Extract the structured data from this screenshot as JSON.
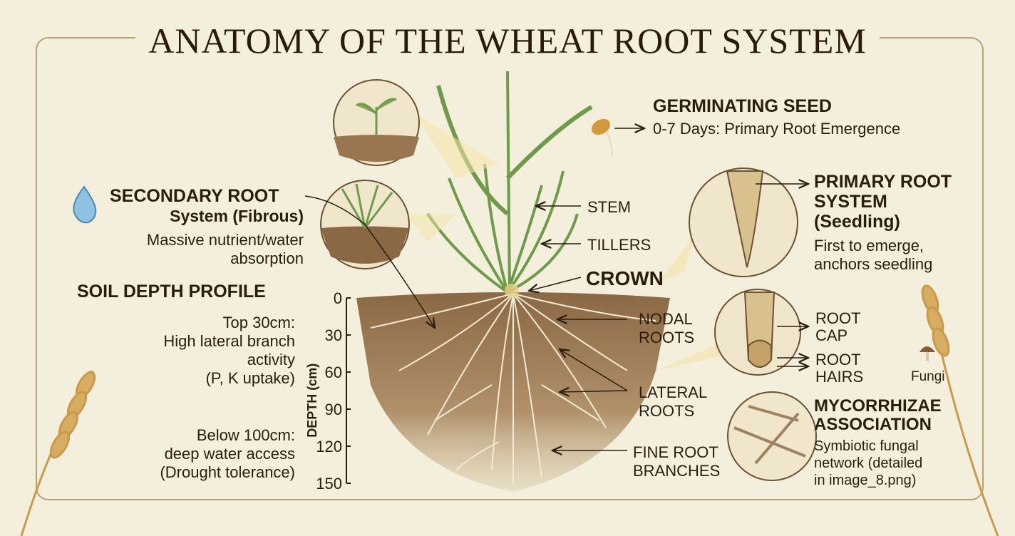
{
  "title": "ANATOMY OF THE WHEAT ROOT SYSTEM",
  "colors": {
    "soil": "#a07c53",
    "root": "#e9dfc7",
    "leaf": "#6f9a4a",
    "frame": "#b9a272",
    "text": "#2a1d10"
  },
  "germinating_seed": {
    "heading": "GERMINATING SEED",
    "detail": "0-7 Days: Primary Root Emergence"
  },
  "secondary_root": {
    "heading_line1": "SECONDARY ROOT",
    "heading_line2": "System (Fibrous)",
    "desc_line1": "Massive nutrient/water",
    "desc_line2": "absorption"
  },
  "soil_profile": {
    "heading": "SOIL DEPTH PROFILE",
    "top_line1": "Top 30cm:",
    "top_line2": "High lateral branch",
    "top_line3": "activity",
    "top_line4": "(P, K uptake)",
    "below_line1": "Below 100cm:",
    "below_line2": "deep water access",
    "below_line3": "(Drought tolerance)"
  },
  "depth_axis": {
    "label": "DEPTH (cm)",
    "ticks": [
      "0",
      "30",
      "60",
      "90",
      "120",
      "150"
    ]
  },
  "plant_labels": {
    "stem": "STEM",
    "tillers": "TILLERS",
    "crown": "CROWN"
  },
  "root_labels": {
    "nodal_line1": "NODAL",
    "nodal_line2": "ROOTS",
    "lateral_line1": "LATERAL",
    "lateral_line2": "ROOTS",
    "fine_line1": "FINE ROOT",
    "fine_line2": "BRANCHES"
  },
  "primary_root": {
    "line1": "PRIMARY ROOT",
    "line2": "SYSTEM",
    "line3": "(Seedling)",
    "desc_line1": "First to emerge,",
    "desc_line2": "anchors seedling"
  },
  "root_tip": {
    "cap_line1": "ROOT",
    "cap_line2": "CAP",
    "hairs_line1": "ROOT",
    "hairs_line2": "HAIRS",
    "fungi": "Fungi"
  },
  "mycorrhizae": {
    "line1": "MYCORRHIZAE",
    "line2": "ASSOCIATION",
    "desc_line1": "Symbiotic fungal",
    "desc_line2": "network (detailed",
    "desc_line3": "in image_8.png)"
  },
  "icons": [
    "water-drop-icon",
    "mushroom-icon",
    "wheat-ear-icon"
  ]
}
